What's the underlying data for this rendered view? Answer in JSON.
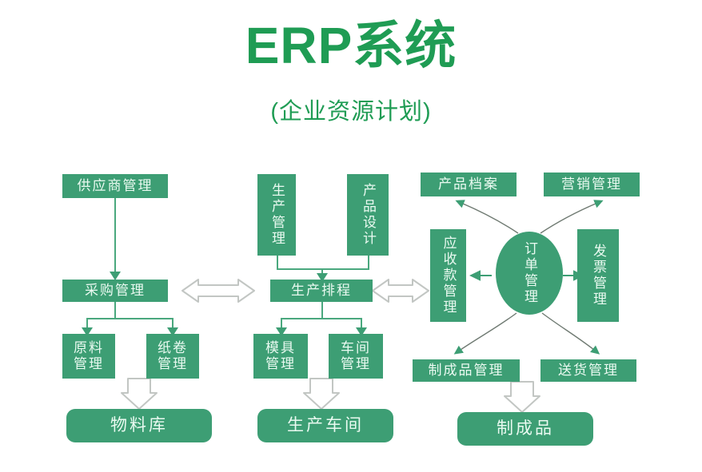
{
  "header": {
    "title": "ERP系统",
    "subtitle": "(企业资源计划)",
    "title_color": "#1f9c54"
  },
  "theme": {
    "node_fill": "#3d9e74",
    "node_text": "#eafaf1",
    "connector": "#4aa87e",
    "hollow_arrow_stroke": "#b9bdb9",
    "background": "#ffffff"
  },
  "diagram": {
    "type": "flowchart",
    "columns": [
      {
        "name": "procurement",
        "nodes": [
          {
            "id": "supplier-management",
            "label": "供应商管理"
          },
          {
            "id": "purchase-management",
            "label": "采购管理"
          },
          {
            "id": "raw-material-management",
            "label": "原料\n管理"
          },
          {
            "id": "paper-roll-management",
            "label": "纸卷\n管理"
          },
          {
            "id": "material-warehouse",
            "label": "物料库"
          }
        ]
      },
      {
        "name": "production",
        "nodes": [
          {
            "id": "production-management",
            "label": "生产管理"
          },
          {
            "id": "product-design",
            "label": "产品设计"
          },
          {
            "id": "production-scheduling",
            "label": "生产排程"
          },
          {
            "id": "mold-management",
            "label": "模具\n管理"
          },
          {
            "id": "workshop-management",
            "label": "车间\n管理"
          },
          {
            "id": "production-workshop",
            "label": "生产车间"
          }
        ]
      },
      {
        "name": "sales",
        "nodes": [
          {
            "id": "product-archive",
            "label": "产品档案"
          },
          {
            "id": "marketing-management",
            "label": "营销管理"
          },
          {
            "id": "receivables-management",
            "label": "应收款管理"
          },
          {
            "id": "order-management",
            "label": "订单管理"
          },
          {
            "id": "invoice-management",
            "label": "发票管理"
          },
          {
            "id": "finished-goods-management",
            "label": "制成品管理"
          },
          {
            "id": "delivery-management",
            "label": "送货管理"
          },
          {
            "id": "finished-goods",
            "label": "制成品"
          }
        ]
      }
    ],
    "connectors": [
      {
        "from": "supplier-management",
        "to": "purchase-management",
        "kind": "arrow-down"
      },
      {
        "from": "purchase-management",
        "to": "raw-material-management",
        "kind": "arrow-down"
      },
      {
        "from": "purchase-management",
        "to": "paper-roll-management",
        "kind": "arrow-down"
      },
      {
        "from": "raw-material-management",
        "to": "material-warehouse",
        "kind": "hollow-arrow-down"
      },
      {
        "from": "production-management",
        "to": "production-scheduling",
        "kind": "arrow-down"
      },
      {
        "from": "product-design",
        "to": "production-scheduling",
        "kind": "arrow-down"
      },
      {
        "from": "production-scheduling",
        "to": "mold-management",
        "kind": "arrow-down"
      },
      {
        "from": "production-scheduling",
        "to": "workshop-management",
        "kind": "arrow-down"
      },
      {
        "from": "mold-management",
        "to": "production-workshop",
        "kind": "hollow-arrow-down"
      },
      {
        "from": "purchase-management",
        "to": "production-scheduling",
        "kind": "hollow-arrow-bidirectional"
      },
      {
        "from": "production-scheduling",
        "to": "receivables-management",
        "kind": "hollow-arrow-bidirectional"
      },
      {
        "from": "order-management",
        "to": "receivables-management",
        "kind": "arrow-left"
      },
      {
        "from": "order-management",
        "to": "invoice-management",
        "kind": "arrow-right"
      },
      {
        "from": "order-management",
        "to": "product-archive",
        "kind": "curved-arrow"
      },
      {
        "from": "order-management",
        "to": "marketing-management",
        "kind": "curved-arrow"
      },
      {
        "from": "order-management",
        "to": "finished-goods-management",
        "kind": "curved-arrow"
      },
      {
        "from": "order-management",
        "to": "delivery-management",
        "kind": "curved-arrow"
      },
      {
        "from": "finished-goods-management",
        "to": "finished-goods",
        "kind": "hollow-arrow-down"
      }
    ]
  }
}
